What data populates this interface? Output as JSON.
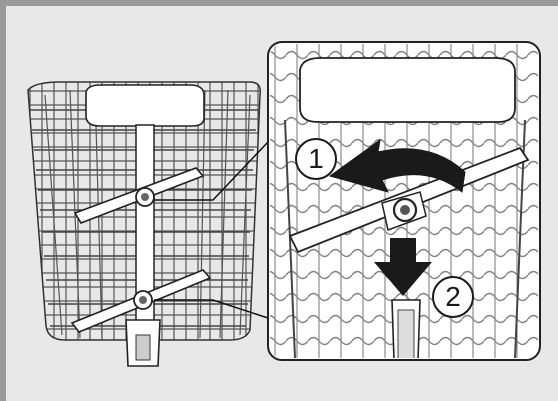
{
  "callouts": [
    {
      "number": "1",
      "meaning": "rotate-arm"
    },
    {
      "number": "2",
      "meaning": "pull-down"
    }
  ],
  "colors": {
    "frame": "#9a9a9a",
    "background": "#e8e8e8",
    "line": "#1a1a1a",
    "arrow": "#1a1a1a",
    "inset_bg": "#ffffff"
  }
}
